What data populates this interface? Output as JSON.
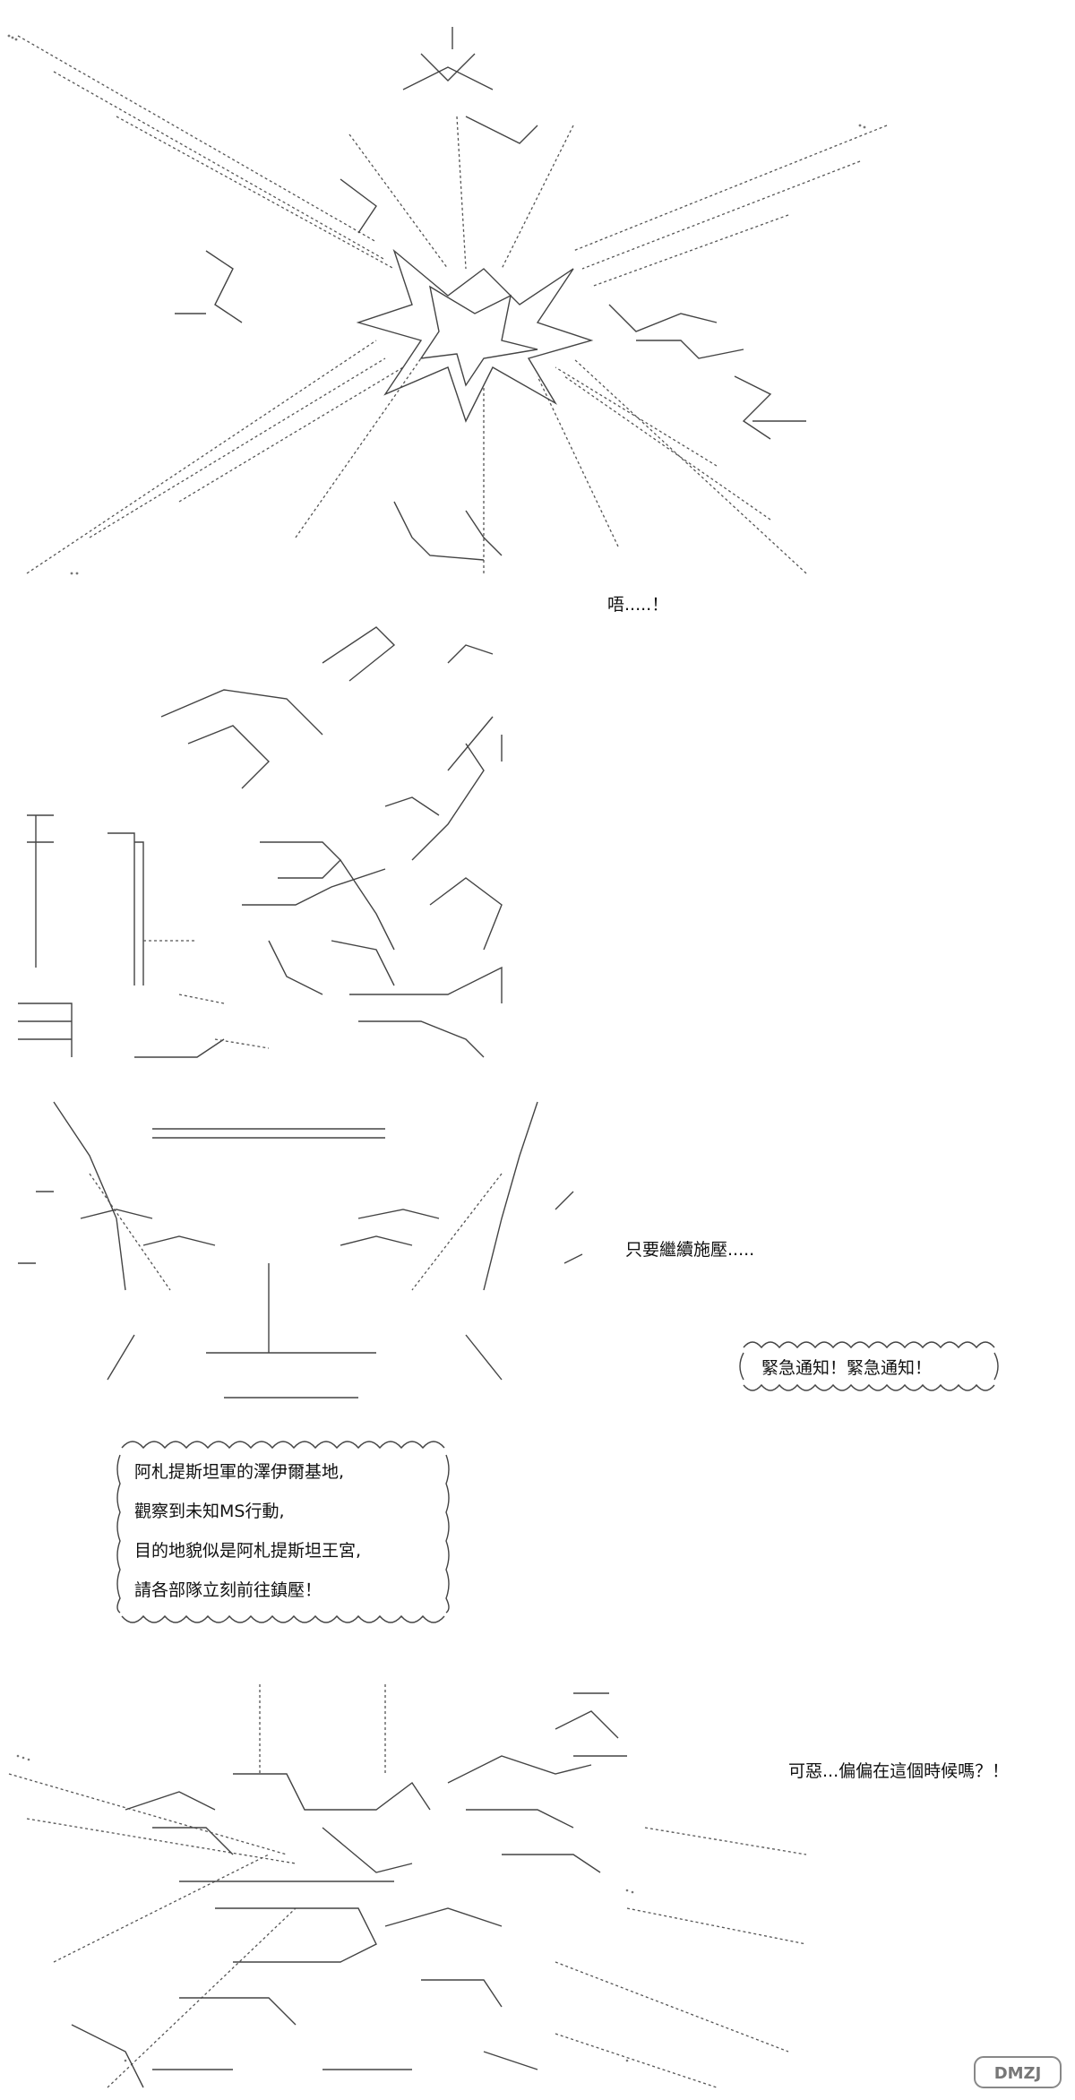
{
  "panel2": {
    "speech": "唔.....！"
  },
  "panel3": {
    "speech": "只要繼續施壓....."
  },
  "alert": {
    "text": "緊急通知！緊急通知！"
  },
  "notice": {
    "lines": [
      "阿札提斯坦軍的澤伊爾基地,",
      "觀察到未知MS行動,",
      "目的地貌似是阿札提斯坦王宮,",
      "請各部隊立刻前往鎮壓！"
    ]
  },
  "panel5": {
    "speech": "可惡...偏偏在這個時候嗎？！"
  },
  "watermark": {
    "label": "DMZJ",
    "icon": "site-logo-icon"
  }
}
